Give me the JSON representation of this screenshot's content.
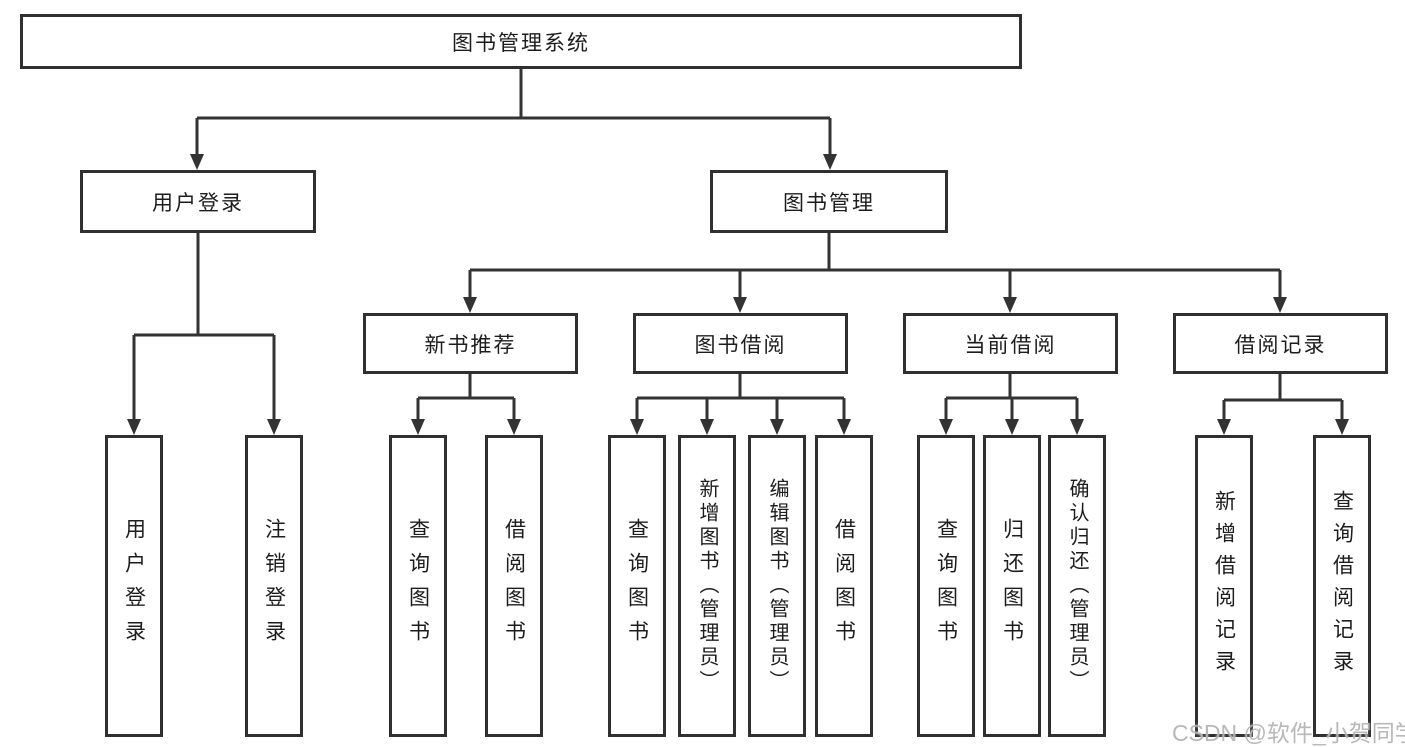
{
  "diagram": {
    "tree": {
      "label": "图书管理系统",
      "children": [
        {
          "label": "用户登录",
          "children": [
            {
              "label": "用户登录"
            },
            {
              "label": "注销登录"
            }
          ]
        },
        {
          "label": "图书管理",
          "children": [
            {
              "label": "新书推荐",
              "children": [
                {
                  "label": "查询图书"
                },
                {
                  "label": "借阅图书"
                }
              ]
            },
            {
              "label": "图书借阅",
              "children": [
                {
                  "label": "查询图书"
                },
                {
                  "label": "新增图书（管理员）"
                },
                {
                  "label": "编辑图书（管理员）"
                },
                {
                  "label": "借阅图书"
                }
              ]
            },
            {
              "label": "当前借阅",
              "children": [
                {
                  "label": "查询图书"
                },
                {
                  "label": "归还图书"
                },
                {
                  "label": "确认归还（管理员）"
                }
              ]
            },
            {
              "label": "借阅记录",
              "children": [
                {
                  "label": "新增借阅记录"
                },
                {
                  "label": "查询借阅记录"
                }
              ]
            }
          ]
        }
      ]
    },
    "line_color": "#333333",
    "border_color": "#303030"
  },
  "watermark": {
    "text": "CSDN @软件_小贺同学"
  }
}
